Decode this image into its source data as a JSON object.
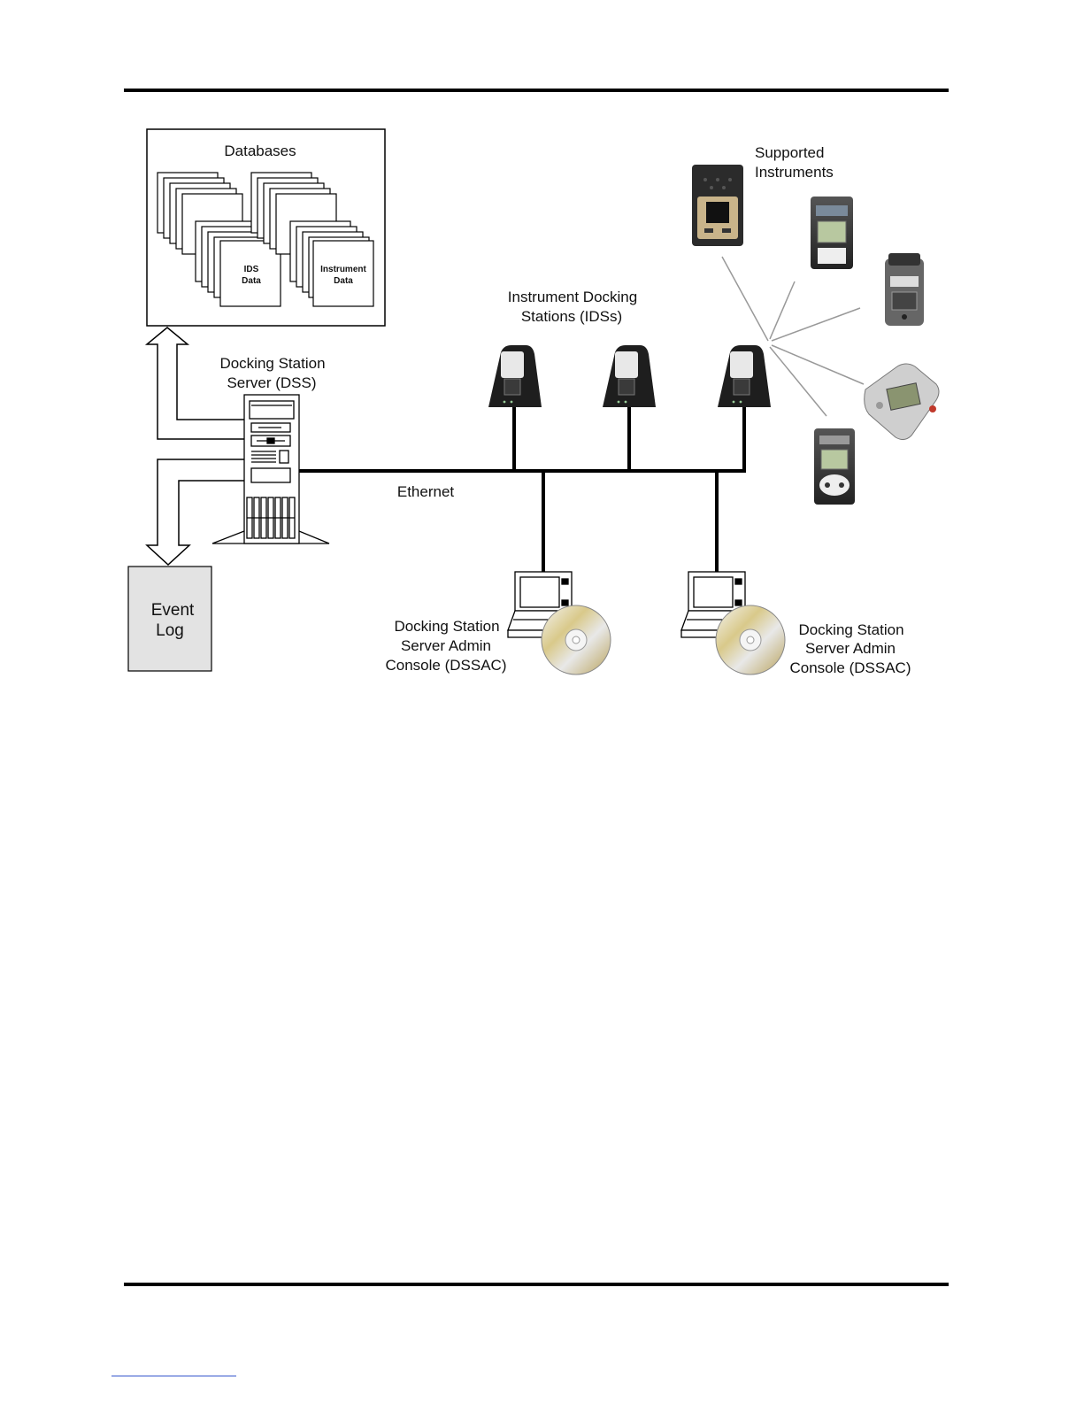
{
  "labels": {
    "databases": "Databases",
    "ids_data": [
      "IDS",
      "Data"
    ],
    "instrument_data": [
      "Instrument",
      "Data"
    ],
    "dss": [
      "Docking Station",
      "Server (DSS)"
    ],
    "event_log": [
      "Event",
      "Log"
    ],
    "idss": [
      "Instrument Docking",
      "Stations (IDSs)"
    ],
    "supported_instruments": [
      "Supported",
      "Instruments"
    ],
    "ethernet": "Ethernet",
    "dssac_left": [
      "Docking Station",
      "Server Admin",
      "Console (DSSAC)"
    ],
    "dssac_right": [
      "Docking Station",
      "Server Admin",
      "Console (DSSAC)"
    ]
  },
  "colors": {
    "line": "#000000",
    "event_log_fill": "#e3e3e3",
    "dock_body": "#1e1e1e",
    "instrument_ray": "#999999"
  }
}
